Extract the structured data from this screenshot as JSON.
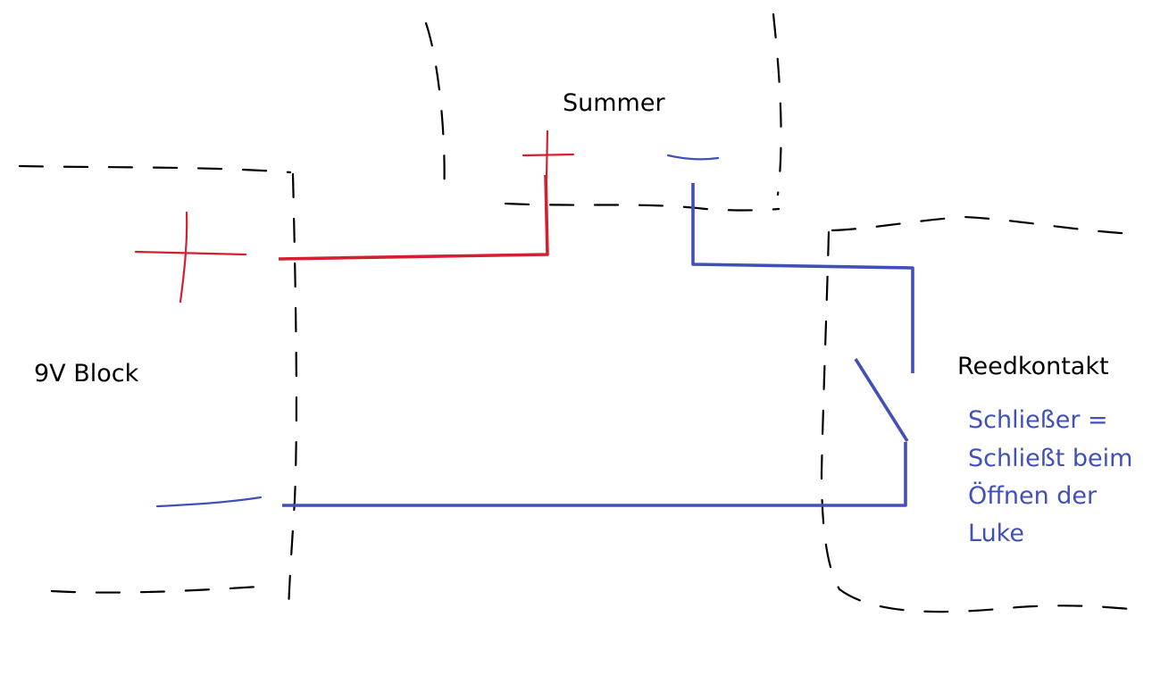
{
  "labels": {
    "battery": "9V Block",
    "buzzer": "Summer",
    "reed": "Reedkontakt",
    "note_lines": [
      "Schließer =",
      "Schließt beim",
      "Öffnen der",
      "Luke"
    ]
  },
  "colors": {
    "positive_wire": "#d32030",
    "negative_wire": "#4050b8",
    "outline": "#000000",
    "note_text": "#4050b8",
    "label_text": "#000000"
  }
}
